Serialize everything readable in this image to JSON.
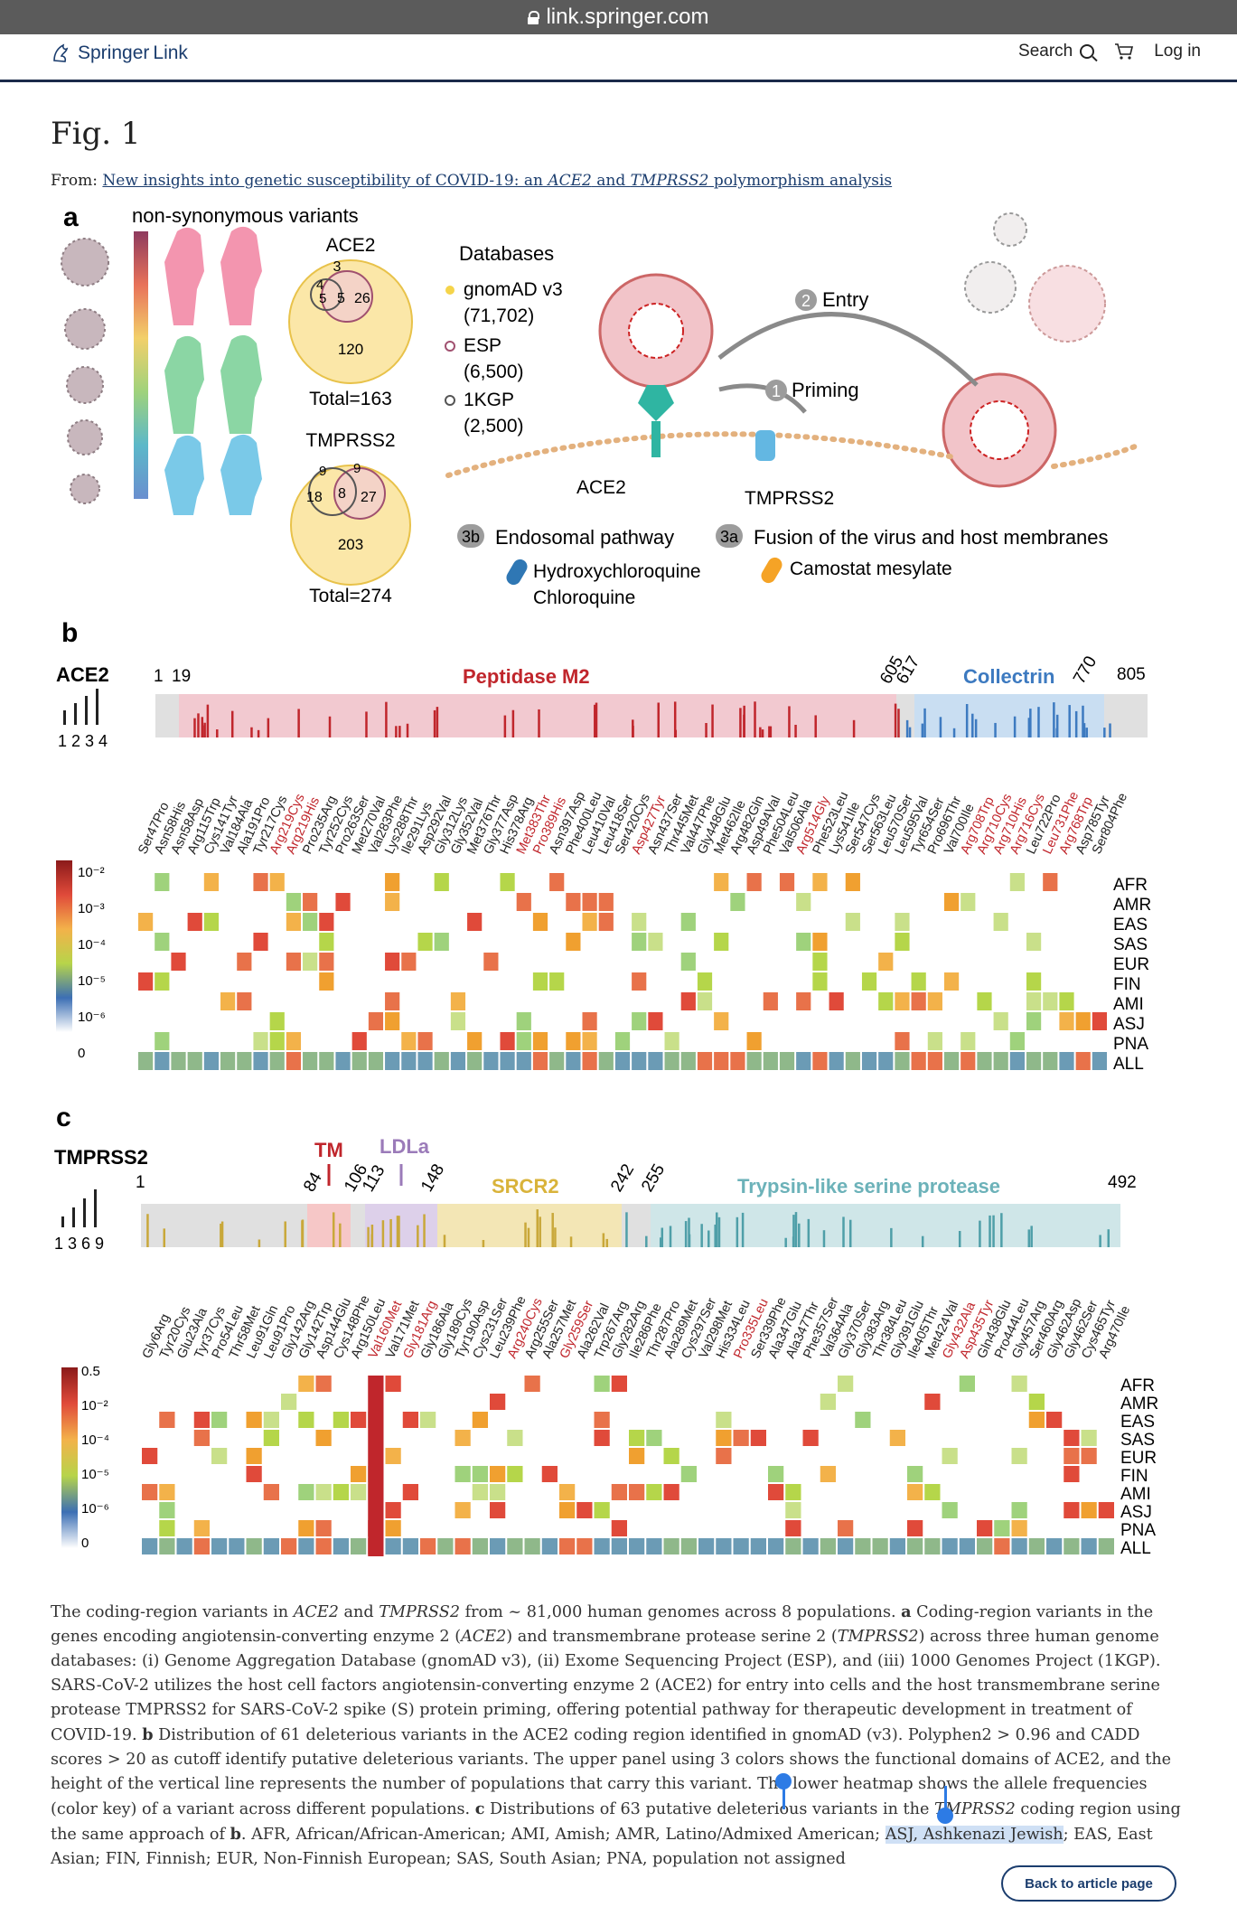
{
  "browser": {
    "url": "link.springer.com"
  },
  "header": {
    "logo_springer": "Springer",
    "logo_link": "Link",
    "search_label": "Search",
    "login_label": "Log in"
  },
  "page": {
    "figure_title": "Fig. 1",
    "from_prefix": "From:",
    "article_link_part1": "New insights into genetic susceptibility of COVID-19: an ",
    "article_link_ace2": "ACE2",
    "article_link_and": " and ",
    "article_link_tmprss2": "TMPRSS2",
    "article_link_part2": " polymorphism analysis",
    "back_button": "Back to article page"
  },
  "figure": {
    "panel_a": {
      "label": "a",
      "heading": "non-synonymous variants",
      "ace2_title": "ACE2",
      "ace2_numbers": [
        "3",
        "4",
        "5",
        "5",
        "26",
        "120"
      ],
      "ace2_total": "Total=163",
      "tmprss2_title": "TMPRSS2",
      "tmprss2_numbers": [
        "9",
        "9",
        "18",
        "8",
        "27",
        "203"
      ],
      "tmprss2_total": "Total=274",
      "db_title": "Databases",
      "db_items": [
        "gnomAD v3",
        "(71,702)",
        "ESP",
        "(6,500)",
        "1KGP",
        "(2,500)"
      ],
      "step_entry": "Entry",
      "step_priming": "Priming",
      "label_ace2": "ACE2",
      "label_tmprss2": "TMPRSS2",
      "pathway_3b": "Endosomal pathway",
      "pathway_3a": "Fusion of the virus and host membranes",
      "drug_1": "Hydroxychloroquine",
      "drug_2": "Chloroquine",
      "drug_3": "Camostat mesylate",
      "badges": [
        "2",
        "1",
        "3b",
        "3a"
      ]
    },
    "panel_b": {
      "label": "b",
      "gene": "ACE2",
      "ticks": [
        "1",
        "19",
        "605",
        "617",
        "770",
        "805"
      ],
      "domains": [
        "Peptidase M2",
        "Collectrin"
      ],
      "scale": "1 2 3 4",
      "legend": [
        "10⁻²",
        "10⁻³",
        "10⁻⁴",
        "10⁻⁵",
        "10⁻⁶",
        "0"
      ],
      "variants": [
        "Ser47Pro",
        "Asn58His",
        "Asn58Asp",
        "Arg115Trp",
        "Cys141Tyr",
        "Val184Ala",
        "Ala191Pro",
        "Tyr217Cys",
        "Arg219Cys",
        "Arg219His",
        "Pro235Arg",
        "Tyr252Cys",
        "Pro263Ser",
        "Met270Val",
        "Val283Phe",
        "Lys288Thr",
        "Ile291Lys",
        "Asp292Val",
        "Gly312Lys",
        "Gly352Val",
        "Met376Thr",
        "Gly377Asp",
        "His378Arg",
        "Met383Thr",
        "Pro389His",
        "Asn397Asp",
        "Phe400Leu",
        "Leu410Val",
        "Leu418Ser",
        "Ser420Cys",
        "Asp427Tyr",
        "Asn437Ser",
        "Thr445Met",
        "Val447Phe",
        "Gly448Glu",
        "Met462Ile",
        "Arg482Gln",
        "Asp494Val",
        "Phe504Leu",
        "Val506Ala",
        "Arg514Gly",
        "Phe523Leu",
        "Lys541Ile",
        "Ser547Cys",
        "Ser563Leu",
        "Leu570Ser",
        "Leu595Val",
        "Tyr654Ser",
        "Pro696Thr",
        "Val700Ile",
        "Arg708Trp",
        "Arg710Cys",
        "Arg710His",
        "Arg716Cys",
        "Leu722Pro",
        "Leu731Phe",
        "Arg768Trp",
        "Asp785Tyr",
        "Ser804Phe"
      ],
      "highlight": [
        "Arg219Cys",
        "Arg219His",
        "Met383Thr",
        "Pro389His",
        "Asp427Tyr",
        "Arg514Gly",
        "Arg708Trp",
        "Arg710Cys",
        "Arg710His",
        "Arg716Cys",
        "Leu731Phe",
        "Arg768Trp"
      ],
      "populations": [
        "AFR",
        "AMR",
        "EAS",
        "SAS",
        "EUR",
        "FIN",
        "AMI",
        "ASJ",
        "PNA",
        "ALL"
      ]
    },
    "panel_c": {
      "label": "c",
      "gene": "TMPRSS2",
      "ticks": [
        "1",
        "84",
        "106",
        "113",
        "148",
        "242",
        "255",
        "492"
      ],
      "domains": [
        "TM",
        "LDLa",
        "SRCR2",
        "Trypsin-like serine protease"
      ],
      "scale": "1 3 6 9",
      "legend": [
        "0.5",
        "10⁻²",
        "10⁻⁴",
        "10⁻⁵",
        "10⁻⁶",
        "0"
      ],
      "variants": [
        "Gly6Arg",
        "Tyr20Cys",
        "Glu23Ala",
        "Tyr37Cys",
        "Pro54Leu",
        "Thr58Met",
        "Leu91Gln",
        "Leu91Pro",
        "Gly142Arg",
        "Gly142Trp",
        "Asp144Glu",
        "Cys148Phe",
        "Arg150Leu",
        "Val160Met",
        "Val171Met",
        "Gly181Arg",
        "Gly186Ala",
        "Gly189Cys",
        "Tyr190Asp",
        "Cys231Ser",
        "Leu239Phe",
        "Arg240Cys",
        "Arg255Ser",
        "Ala257Met",
        "Gly259Ser",
        "Ala262Val",
        "Trp267Arg",
        "Gly282Arg",
        "Ile286Phe",
        "Thr287Pro",
        "Ala289Met",
        "Cys297Ser",
        "Val298Met",
        "His334Leu",
        "Pro335Leu",
        "Ser339Phe",
        "Ala347Glu",
        "Ala347Thr",
        "Phe357Ser",
        "Val364Ala",
        "Gly370Ser",
        "Gly383Arg",
        "Thr384Leu",
        "Gly391Glu",
        "Ile405Thr",
        "Met424Val",
        "Gly432Ala",
        "Asp435Tyr",
        "Gln438Glu",
        "Pro444Leu",
        "Gly457Arg",
        "Ser460Arg",
        "Gly462Asp",
        "Gly462Ser",
        "Cys465Tyr",
        "Arg470Ile"
      ],
      "highlight": [
        "Val160Met",
        "Gly181Arg",
        "Arg240Cys",
        "Gly259Ser",
        "Pro335Leu",
        "Gly432Ala",
        "Asp435Tyr"
      ],
      "populations": [
        "AFR",
        "AMR",
        "EAS",
        "SAS",
        "EUR",
        "FIN",
        "AMI",
        "ASJ",
        "PNA",
        "ALL"
      ]
    }
  },
  "caption": {
    "s1": "The coding-region variants in ",
    "ace2": "ACE2",
    "s2": " and ",
    "tmprss2": "TMPRSS2",
    "s3": " from ~ 81,000 human genomes across 8 populations. ",
    "a": "a",
    "s4": " Coding-region variants in the genes encoding angiotensin-converting enzyme 2 (",
    "s5": ") and transmembrane protease serine 2 (",
    "s6": ") across three human genome databases: (i) Genome Aggregation Database (gnomAD v3), (ii) Exome Sequencing Project (ESP), and (iii) 1000 Genomes Project (1KGP). SARS-CoV-2 utilizes the host cell factors angiotensin-converting enzyme 2 (ACE2) for entry into cells and the host transmembrane serine protease TMPRSS2 for SARS-CoV-2 spike (S) protein priming, offering potential pathway for therapeutic development in treatment of COVID-19. ",
    "b": "b",
    "s7": " Distribution of 61 deleterious variants in the ACE2 coding region identified in gnomAD (v3). Polyphen2 > 0.96 and CADD scores > 20 as cutoff identify putative deleterious variants. The upper panel using 3 colors shows the functional domains of ACE2, and the height of the vertical line represents the number of populations that carry this variant. The lower heatmap shows the allele frequencies (color key) of a variant across different populations. ",
    "c": "c",
    "s8": " Distributions of 63 putative deleterious variants in the ",
    "s9": " coding region using the same approach of ",
    "b2": "b",
    "s10": ". AFR, African/African-American; AMI, Amish; AMR, Latino/Admixed American; ",
    "asj": "ASJ, Ashkenazi Jewish",
    "s11": "; EAS, East Asian; FIN, Finnish; EUR, Non-Finnish European; SAS, South Asian; PNA, population not assigned"
  },
  "colors": {
    "header_navy": "#1b2a4a",
    "link": "#1b3d6e",
    "peptidase": "#f2c9d0",
    "collectrin": "#c9def2",
    "srcr2": "#f3e6b5",
    "trypsin": "#cfe6e8",
    "ldla": "#ddd0ea",
    "tm": "#f6c7c7",
    "highlight_red": "#c0262c"
  }
}
